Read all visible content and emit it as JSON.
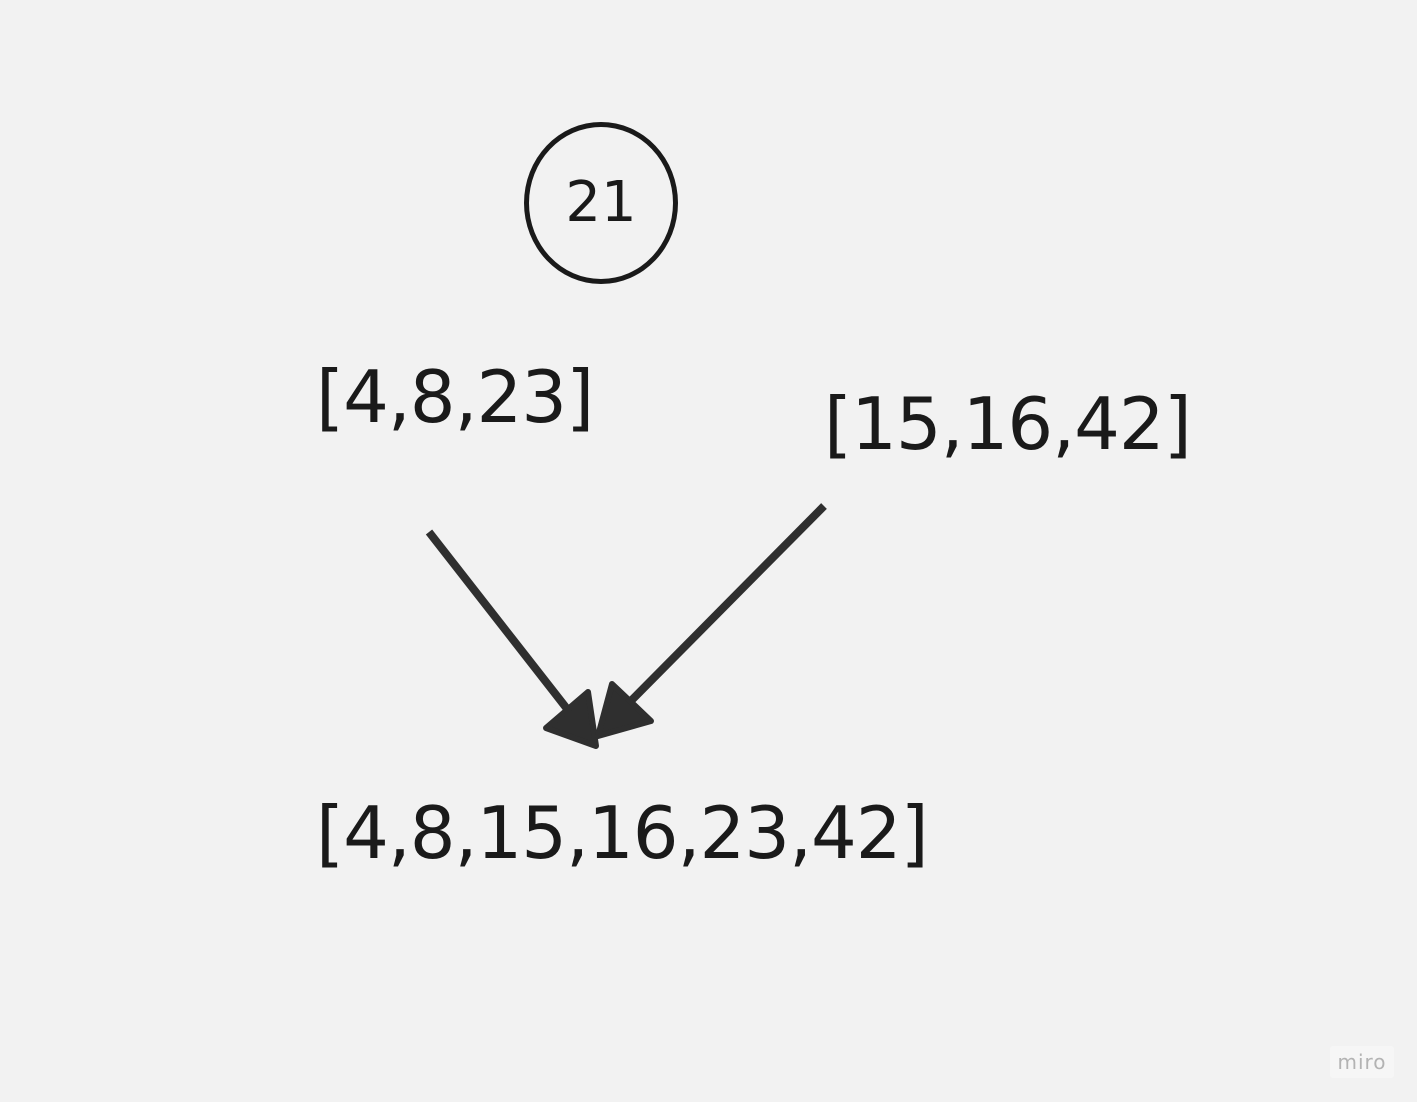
{
  "diagram": {
    "node_value": "21",
    "left_array": "[4,8,23]",
    "right_array": "[15,16,42]",
    "merged_array": "[4,8,15,16,23,42]"
  },
  "branding": {
    "watermark": "miro"
  },
  "colors": {
    "background": "#f2f2f2",
    "stroke": "#2f2f2f",
    "text": "#1a1a1a"
  }
}
